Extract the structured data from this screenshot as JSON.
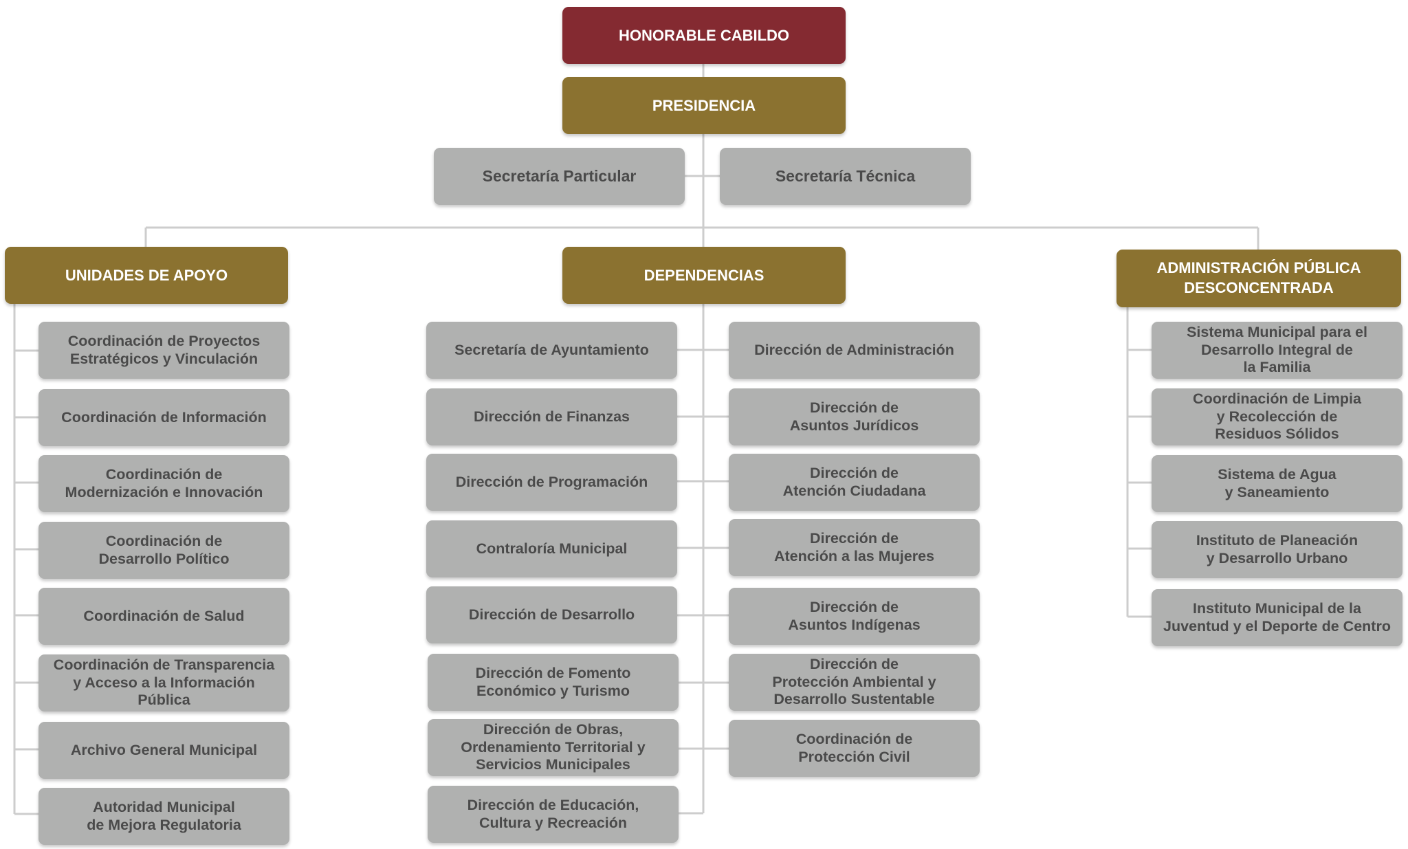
{
  "top": {
    "cabildo": "HONORABLE CABILDO",
    "presidencia": "PRESIDENCIA",
    "secretaria_particular": "Secretaría Particular",
    "secretaria_tecnica": "Secretaría Técnica"
  },
  "headers": {
    "unidades": "UNIDADES DE APOYO",
    "dependencias": "DEPENDENCIAS",
    "desconcentrada": "ADMINISTRACIÓN PÚBLICA\nDESCONCENTRADA"
  },
  "unidades_de_apoyo": [
    "Coordinación de Proyectos\nEstratégicos y Vinculación",
    "Coordinación de Información",
    "Coordinación de\nModernización e Innovación",
    "Coordinación de\nDesarrollo Político",
    "Coordinación de Salud",
    "Coordinación de Transparencia\ny Acceso a la Información\nPública",
    "Archivo General Municipal",
    "Autoridad Municipal\nde Mejora Regulatoria"
  ],
  "dependencias_izquierda": [
    "Secretaría de Ayuntamiento",
    "Dirección de Finanzas",
    "Dirección de Programación",
    "Contraloría Municipal",
    "Dirección de Desarrollo",
    "Dirección de Fomento\nEconómico y Turismo",
    "Dirección de Obras,\nOrdenamiento Territorial y\nServicios Municipales",
    "Dirección de Educación,\nCultura y Recreación"
  ],
  "dependencias_derecha": [
    "Dirección de Administración",
    "Dirección de\nAsuntos Jurídicos",
    "Dirección de\nAtención Ciudadana",
    "Dirección de\nAtención a las Mujeres",
    "Dirección de\nAsuntos Indígenas",
    "Dirección de\nProtección Ambiental y\nDesarrollo Sustentable",
    "Coordinación de\nProtección Civil"
  ],
  "desconcentrada": [
    "Sistema Municipal para el\nDesarrollo Integral de\nla Familia",
    "Coordinación de Limpia\ny Recolección de\nResiduos Sólidos",
    "Sistema de Agua\ny Saneamiento",
    "Instituto de Planeación\ny Desarrollo Urbano",
    "Instituto Municipal de la\nJuventud y el Deporte de Centro"
  ],
  "colors": {
    "cabildo": "#842a31",
    "gold": "#8b7230",
    "gray_box": "#b0b1b0",
    "gray_text": "#4a4a4a",
    "connector": "#cdcdcd"
  }
}
